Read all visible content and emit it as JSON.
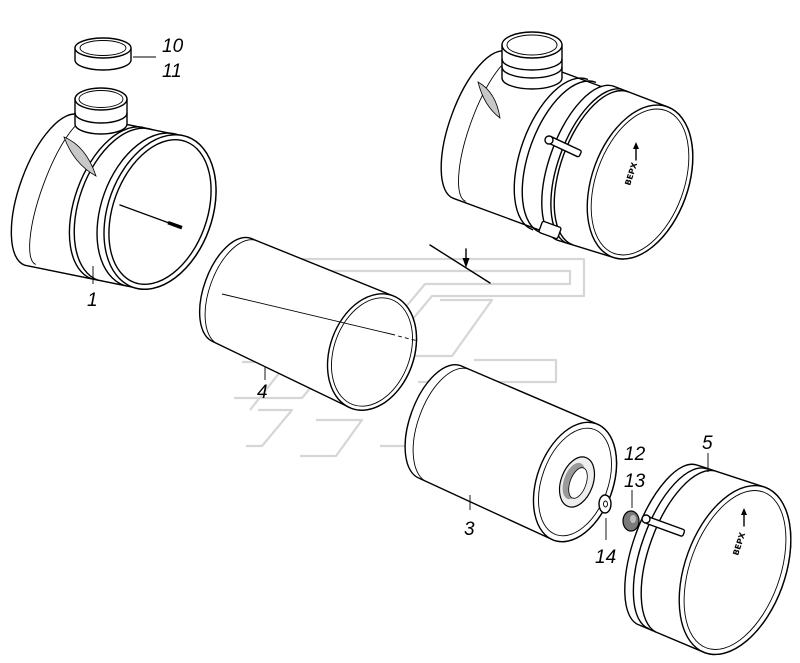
{
  "diagram": {
    "callouts": {
      "label_10": "10",
      "label_11": "11",
      "label_1": "1",
      "label_4": "4",
      "label_3": "3",
      "label_12": "12",
      "label_13": "13",
      "label_14": "14",
      "label_5": "5"
    },
    "cover_marking": "ВЕРХ"
  }
}
